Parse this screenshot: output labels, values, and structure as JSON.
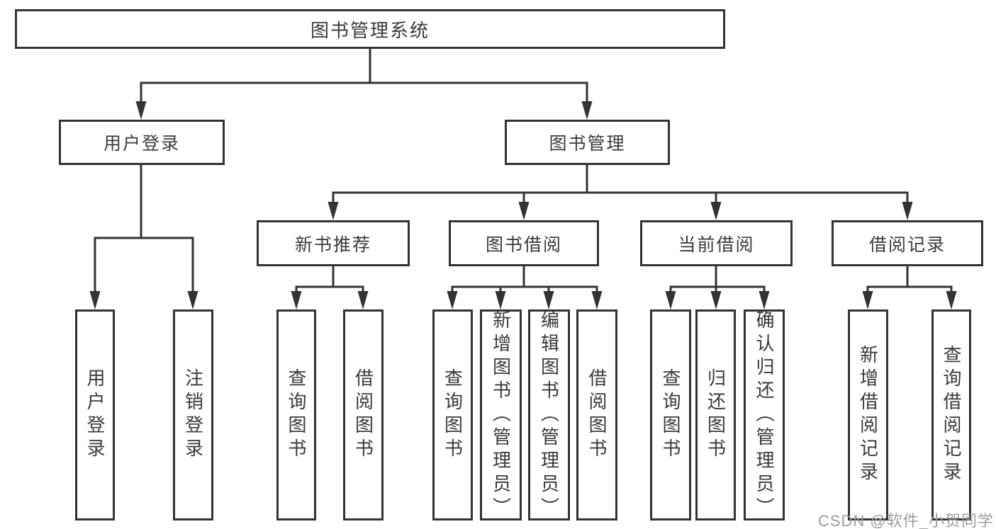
{
  "diagram": {
    "root": {
      "label": "图书管理系统"
    },
    "branches": [
      {
        "label": "用户登录",
        "children": [
          {
            "label": "用户登录"
          },
          {
            "label": "注销登录"
          }
        ]
      },
      {
        "label": "图书管理",
        "children": [
          {
            "label": "新书推荐",
            "children": [
              {
                "label": "查询图书"
              },
              {
                "label": "借阅图书"
              }
            ]
          },
          {
            "label": "图书借阅",
            "children": [
              {
                "label": "查询图书"
              },
              {
                "label": "新增图书（管理员）"
              },
              {
                "label": "编辑图书（管理员）"
              },
              {
                "label": "借阅图书"
              }
            ]
          },
          {
            "label": "当前借阅",
            "children": [
              {
                "label": "查询图书"
              },
              {
                "label": "归还图书"
              },
              {
                "label": "确认归还（管理员）"
              }
            ]
          },
          {
            "label": "借阅记录",
            "children": [
              {
                "label": "新增借阅记录"
              },
              {
                "label": "查询借阅记录"
              }
            ]
          }
        ]
      }
    ],
    "watermark": "CSDN @软件_小贺同学",
    "colors": {
      "line": "#333333",
      "text": "#3a3a3a",
      "watermark": "#9c9c9c",
      "background": "#ffffff"
    }
  }
}
